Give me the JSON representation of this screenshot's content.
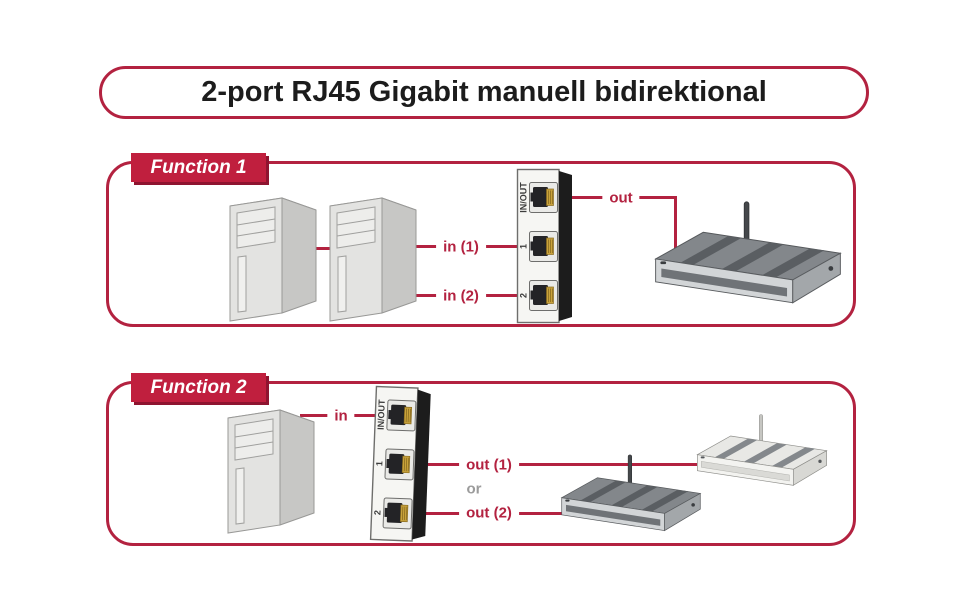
{
  "title": "2-port RJ45 Gigabit manuell bidirektional",
  "colors": {
    "accent": "#b32240",
    "tab_bg": "#c01f3e",
    "tab_shadow": "#8e1430",
    "or_gray": "#9b9b9b"
  },
  "function1": {
    "label": "Function 1",
    "ports": {
      "inout": "IN/OUT",
      "p1": "1",
      "p2": "2"
    },
    "connections": {
      "in1": "in (1)",
      "in2": "in (2)",
      "out": "out"
    }
  },
  "function2": {
    "label": "Function 2",
    "ports": {
      "inout": "IN/OUT",
      "p1": "1",
      "p2": "2"
    },
    "connections": {
      "in": "in",
      "out1": "out (1)",
      "or": "or",
      "out2": "out (2)"
    }
  }
}
